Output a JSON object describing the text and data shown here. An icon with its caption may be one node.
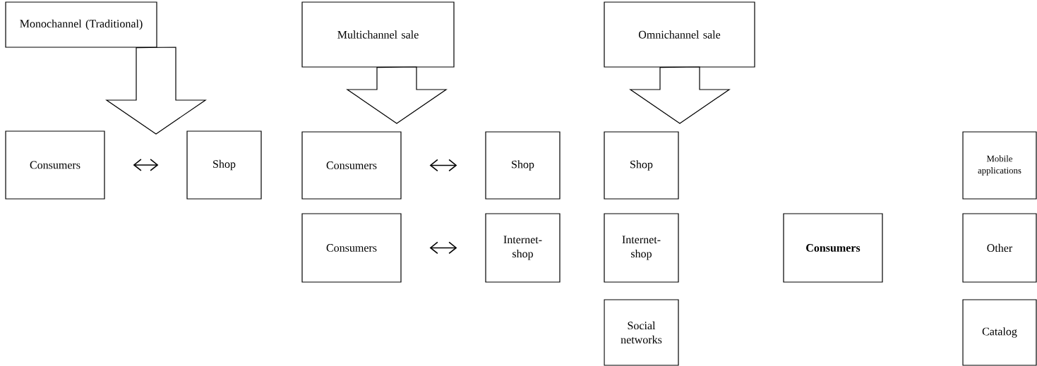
{
  "diagram": {
    "nodes": [
      {
        "text": [
          "Monochannel (Traditional)"
        ]
      },
      {
        "text": [
          "Consumers"
        ]
      },
      {
        "text": [
          "Shop"
        ]
      },
      {
        "text": [
          "Multichannel sale"
        ]
      },
      {
        "text": [
          "Consumers"
        ]
      },
      {
        "text": [
          "Shop"
        ]
      },
      {
        "text": [
          "Consumers"
        ]
      },
      {
        "text": [
          "Internet-shop"
        ]
      },
      {
        "text": [
          "Omnichannel sale"
        ]
      },
      {
        "text": [
          "Shop"
        ]
      },
      {
        "text": [
          "Mobile applications"
        ]
      },
      {
        "text": [
          "Internet-shop"
        ]
      },
      {
        "text": [
          "Consumers"
        ]
      },
      {
        "text": [
          "Other"
        ]
      },
      {
        "text": [
          "Social networks"
        ]
      },
      {
        "text": [
          "Catalog"
        ]
      }
    ],
    "edges": [
      {
        "from": 0,
        "to": null,
        "arrow": "to"
      },
      {
        "from": 1,
        "to": 2,
        "arrow": "both"
      },
      {
        "from": 3,
        "to": null,
        "arrow": "to"
      },
      {
        "from": 4,
        "to": 5,
        "arrow": "both"
      },
      {
        "from": 6,
        "to": 7,
        "arrow": "both"
      },
      {
        "from": 8,
        "to": null,
        "arrow": "to"
      }
    ]
  }
}
